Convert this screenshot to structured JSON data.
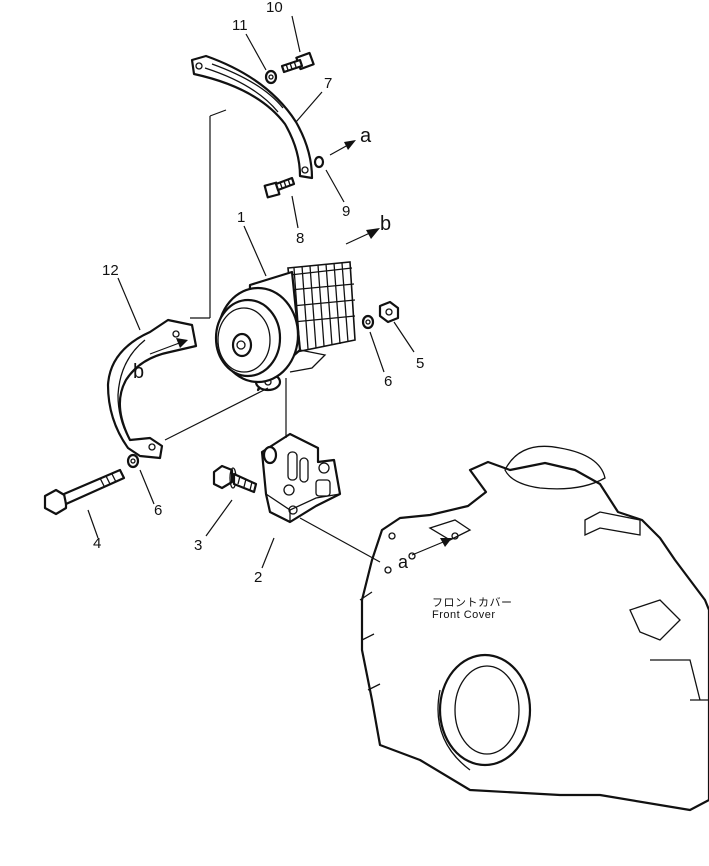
{
  "callouts": {
    "p1": "1",
    "p2": "2",
    "p3": "3",
    "p4": "4",
    "p5": "5",
    "p6a": "6",
    "p6b": "6",
    "p7": "7",
    "p8": "8",
    "p9": "9",
    "p10": "10",
    "p11": "11",
    "p12": "12"
  },
  "arrows": {
    "a_top": "a",
    "b_top": "b",
    "b_left": "b",
    "a_cover": "a"
  },
  "front_cover": {
    "jp": "フロントカバー",
    "en": "Front Cover"
  },
  "parts": [
    {
      "id": "1",
      "name": "water-pump"
    },
    {
      "id": "2",
      "name": "pump-bracket"
    },
    {
      "id": "3",
      "name": "flange-bolt"
    },
    {
      "id": "4",
      "name": "long-bolt"
    },
    {
      "id": "5",
      "name": "nut"
    },
    {
      "id": "6",
      "name": "washer"
    },
    {
      "id": "7",
      "name": "adjusting-plate"
    },
    {
      "id": "8",
      "name": "bolt"
    },
    {
      "id": "9",
      "name": "washer"
    },
    {
      "id": "10",
      "name": "bolt"
    },
    {
      "id": "11",
      "name": "washer"
    },
    {
      "id": "12",
      "name": "belt-guard"
    }
  ]
}
